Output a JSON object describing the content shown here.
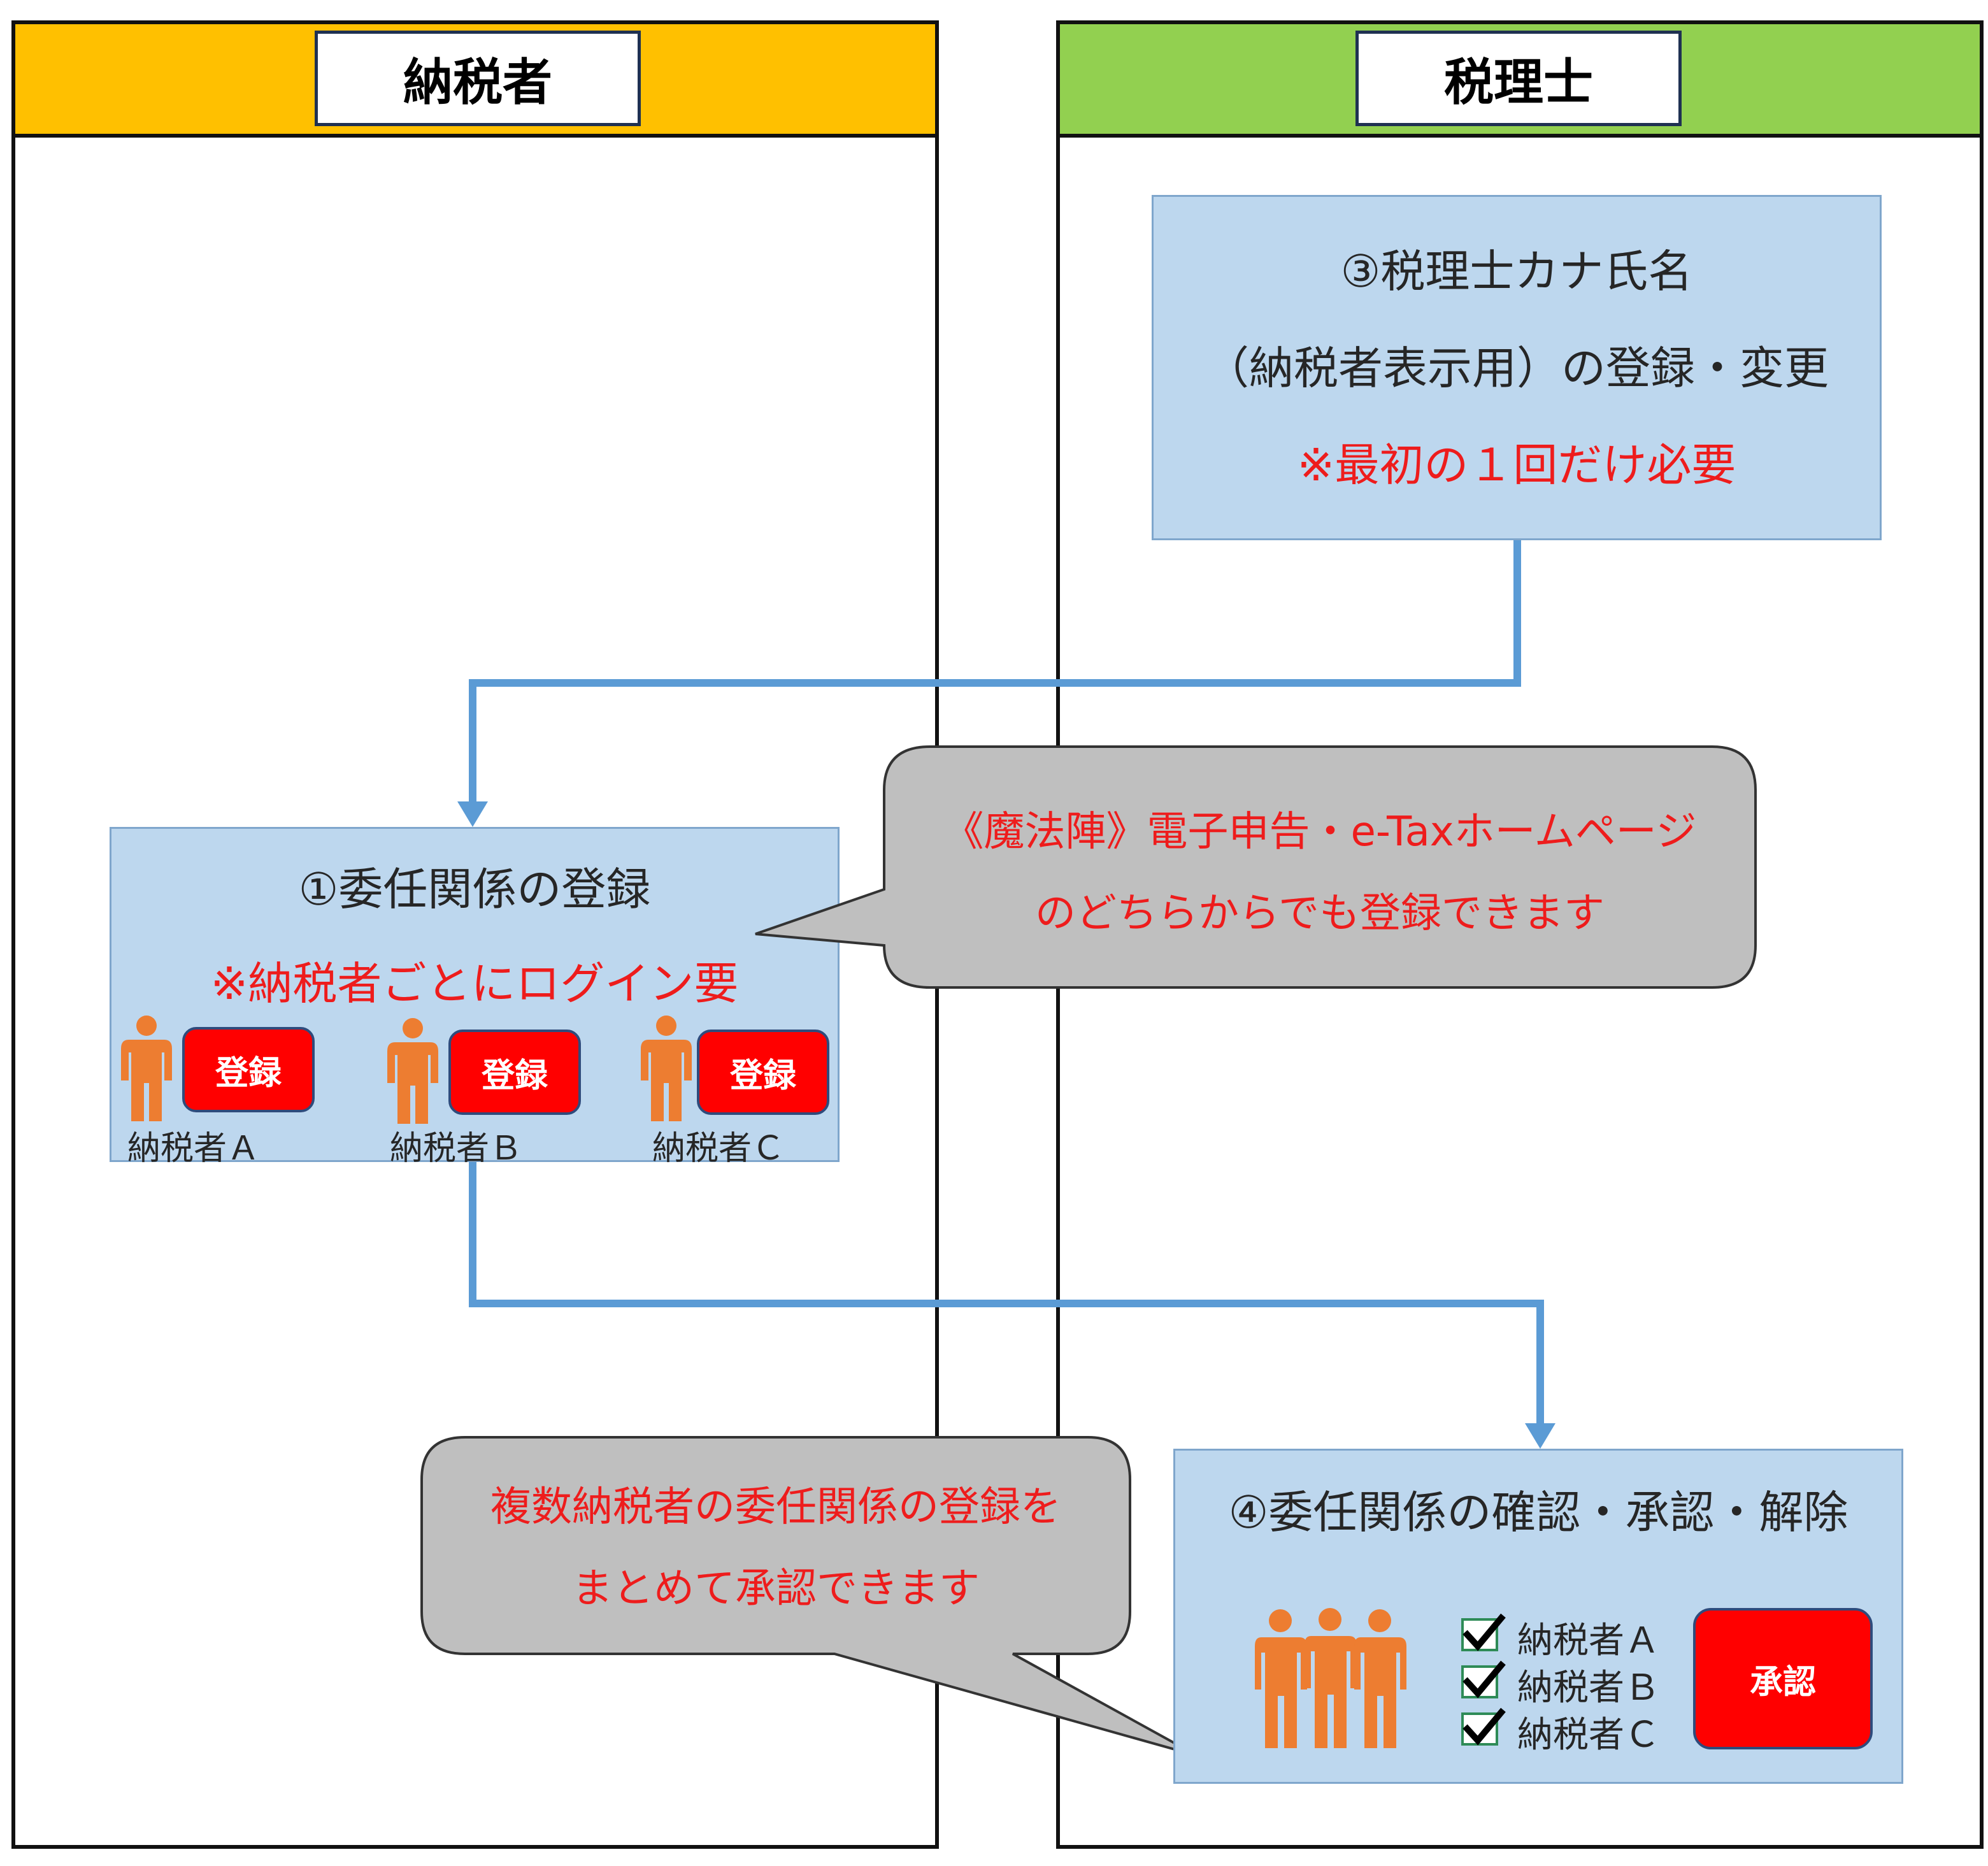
{
  "lanes": {
    "taxpayer": {
      "title": "納税者",
      "header_color": "#ffc000"
    },
    "accountant": {
      "title": "税理士",
      "header_color": "#92d050"
    }
  },
  "step3": {
    "line1": "③税理士カナ氏名",
    "line2": "（納税者表示用）の登録・変更",
    "note": "※最初の１回だけ必要"
  },
  "step1": {
    "title": "①委任関係の登録",
    "note": "※納税者ごとにログイン要",
    "button_label": "登録",
    "persons": [
      "納税者Ａ",
      "納税者Ｂ",
      "納税者Ｃ"
    ]
  },
  "callout_top": {
    "line1": "《魔法陣》電子申告・e-Taxホームページ",
    "line2": "のどちらからでも登録できます"
  },
  "callout_bottom": {
    "line1": "複数納税者の委任関係の登録を",
    "line2": "まとめて承認できます"
  },
  "step4": {
    "title": "④委任関係の確認・承認・解除",
    "checks": [
      "納税者Ａ",
      "納税者Ｂ",
      "納税者Ｃ"
    ],
    "approve_label": "承認"
  },
  "colors": {
    "box_fill": "#bdd7ee",
    "arrow": "#5b9bd5",
    "callout_fill": "#bfbfbf",
    "button": "#ff0000",
    "person": "#ed7d31",
    "note_text": "#ee1c1c"
  }
}
